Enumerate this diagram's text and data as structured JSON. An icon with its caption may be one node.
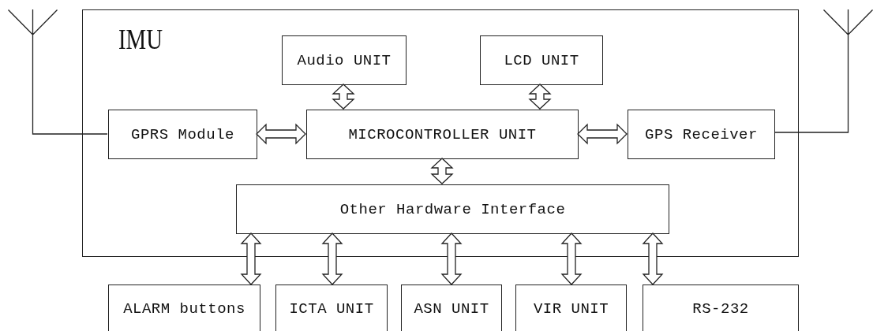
{
  "diagram": {
    "nodes": [
      {
        "text": [],
        "shape": "antenna"
      },
      {
        "text": [
          "IMU"
        ]
      },
      {
        "text": [
          "Audio UNIT"
        ],
        "in": 1
      },
      {
        "text": [
          "LCD UNIT"
        ],
        "in": 1
      },
      {
        "text": [],
        "shape": "antenna"
      },
      {
        "text": [
          "GPRS Module"
        ],
        "in": 1
      },
      {
        "text": [
          "MICROCONTROLLER UNIT"
        ],
        "in": 1
      },
      {
        "text": [
          "GPS Receiver"
        ],
        "in": 1
      },
      {
        "text": [
          "Other Hardware Interface"
        ],
        "in": 1
      },
      {
        "text": [
          "ALARM buttons"
        ]
      },
      {
        "text": [
          "ICTA UNIT"
        ]
      },
      {
        "text": [
          "ASN UNIT"
        ]
      },
      {
        "text": [
          "VIR UNIT"
        ]
      },
      {
        "text": [
          "RS-232"
        ]
      }
    ],
    "edges": [
      {
        "from": 0,
        "to": 5,
        "arrow": "none"
      },
      {
        "from": 2,
        "to": 6,
        "arrow": "both"
      },
      {
        "from": 3,
        "to": 6,
        "arrow": "both"
      },
      {
        "from": 5,
        "to": 6,
        "arrow": "both"
      },
      {
        "from": 6,
        "to": 7,
        "arrow": "both"
      },
      {
        "from": 7,
        "to": 4,
        "arrow": "none"
      },
      {
        "from": 6,
        "to": 8,
        "arrow": "both"
      },
      {
        "from": 8,
        "to": 9,
        "arrow": "both"
      },
      {
        "from": 8,
        "to": 10,
        "arrow": "both"
      },
      {
        "from": 8,
        "to": 11,
        "arrow": "both"
      },
      {
        "from": 8,
        "to": 12,
        "arrow": "both"
      },
      {
        "from": 8,
        "to": 13,
        "arrow": "both"
      }
    ]
  }
}
